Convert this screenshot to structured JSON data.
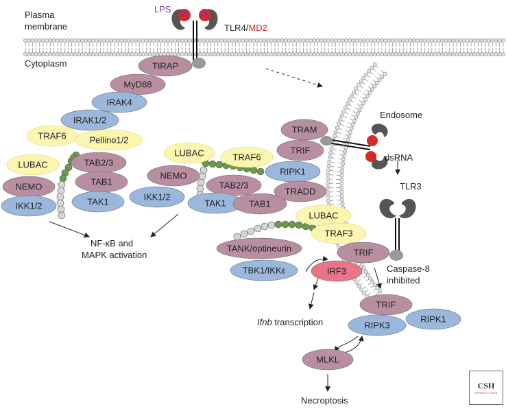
{
  "labels": {
    "plasma_membrane_1": "Plasma",
    "plasma_membrane_2": "membrane",
    "cytoplasm": "Cytoplasm",
    "lps": "LPS",
    "tlr4": "TLR4/",
    "md2": "MD2",
    "endosome": "Endosome",
    "dsrna": "dsRNA",
    "tlr3": "TLR3",
    "nfkb_1": "NF-κB and",
    "nfkb_2": "MAPK activation",
    "caspase_1": "Caspase-8",
    "caspase_2": "inhibited",
    "ifnb_italic": "Ifnb",
    "ifnb_rest": " transcription",
    "necroptosis": "Necroptosis"
  },
  "nodes": {
    "tirap": "TIRAP",
    "myd88": "MyD88",
    "irak4": "IRAK4",
    "irak12": "IRAK1/2",
    "traf6_left": "TRAF6",
    "pellino": "Pellino1/2",
    "lubac_left": "LUBAC",
    "tab23_left": "TAB2/3",
    "tab1_left": "TAB1",
    "nemo_left": "NEMO",
    "ikk12_left": "IKK1/2",
    "tak1_left": "TAK1",
    "lubac_mid": "LUBAC",
    "traf6_mid": "TRAF6",
    "nemo_mid": "NEMO",
    "tab23_mid": "TAB2/3",
    "ikk12_mid": "IKK1/2",
    "tak1_mid": "TAK1",
    "tab1_mid": "TAB1",
    "tram": "TRAM",
    "trif_top": "TRIF",
    "ripk1_top": "RIPK1",
    "tradd": "TRADD",
    "lubac_right": "LUBAC",
    "traf3": "TRAF3",
    "tank": "TANK/optineurin",
    "trif_mid": "TRIF",
    "tbk1": "TBK1/IKKε",
    "irf3": "IRF3",
    "trif_bottom": "TRIF",
    "ripk3": "RIPK3",
    "ripk1_bottom": "RIPK1",
    "mlkl": "MLKL"
  },
  "logo": {
    "text": "CSH",
    "sub": "PERSPECTIVES"
  },
  "colors": {
    "mauve": "#b88fa1",
    "blue": "#9bb8dc",
    "yellow": "#fbf5b0",
    "pink": "#e8758a",
    "ubiquitin_green": "#6a9a4c",
    "ubiquitin_grey": "#d6d6d6",
    "md2_red": "#d42a2a",
    "lps_purple": "#7b3fa0"
  }
}
